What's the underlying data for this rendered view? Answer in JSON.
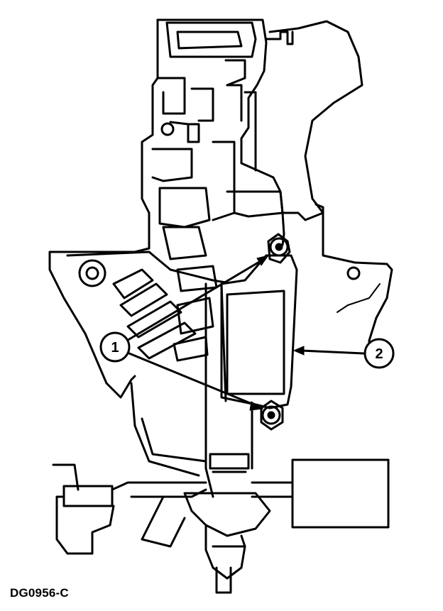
{
  "figure": {
    "id": "DG0956-C"
  },
  "callouts": [
    {
      "number": "1"
    },
    {
      "number": "2"
    }
  ],
  "colors": {
    "ink": "#000000",
    "background": "#ffffff"
  }
}
